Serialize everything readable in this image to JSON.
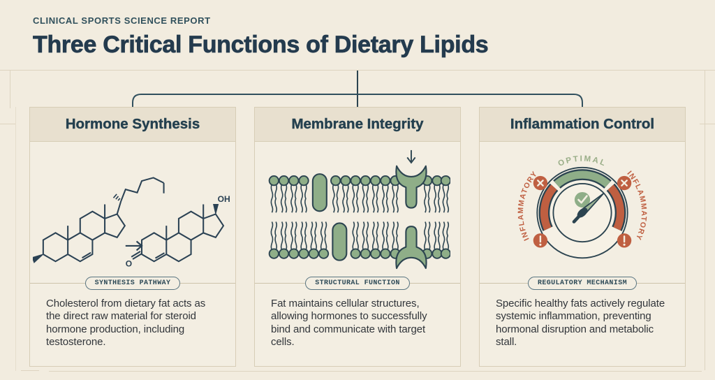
{
  "report": {
    "eyebrow": "CLINICAL SPORTS SCIENCE REPORT",
    "title": "Three Critical Functions of Dietary Lipids"
  },
  "cards": [
    {
      "title": "Hormone Synthesis",
      "badge": "SYNTHESIS PATHWAY",
      "description": "Cholesterol from dietary fat acts as the direct raw material for steroid hormone production, including testosterone.",
      "illustration": "cholesterol-to-testosterone-structures",
      "molecule_labels": {
        "hydroxyl": "OH",
        "ketone": "O"
      }
    },
    {
      "title": "Membrane Integrity",
      "badge": "STRUCTURAL FUNCTION",
      "description": "Fat maintains cellular structures, allowing hormones to successfully bind and communicate with target cells.",
      "illustration": "phospholipid-bilayer-with-receptor"
    },
    {
      "title": "Inflammation Control",
      "badge": "REGULATORY MECHANISM",
      "description": "Specific healthy fats actively regulate systemic inflammation, preventing hormonal disruption and metabolic stall.",
      "illustration": "inflammation-gauge",
      "gauge": {
        "top_label": "OPTIMAL",
        "left_label": "INFLAMMATORY",
        "right_label": "INFLAMMATORY"
      }
    }
  ],
  "colors": {
    "background": "#f2ecdf",
    "card_header_bg": "#e8e0cf",
    "ink_navy": "#24394b",
    "outline_teal": "#2c4450",
    "faint_line": "#ddd4c0",
    "sage_green": "#8fae88",
    "terracotta": "#bf5f41",
    "optimal_label_green": "#9aae88"
  }
}
